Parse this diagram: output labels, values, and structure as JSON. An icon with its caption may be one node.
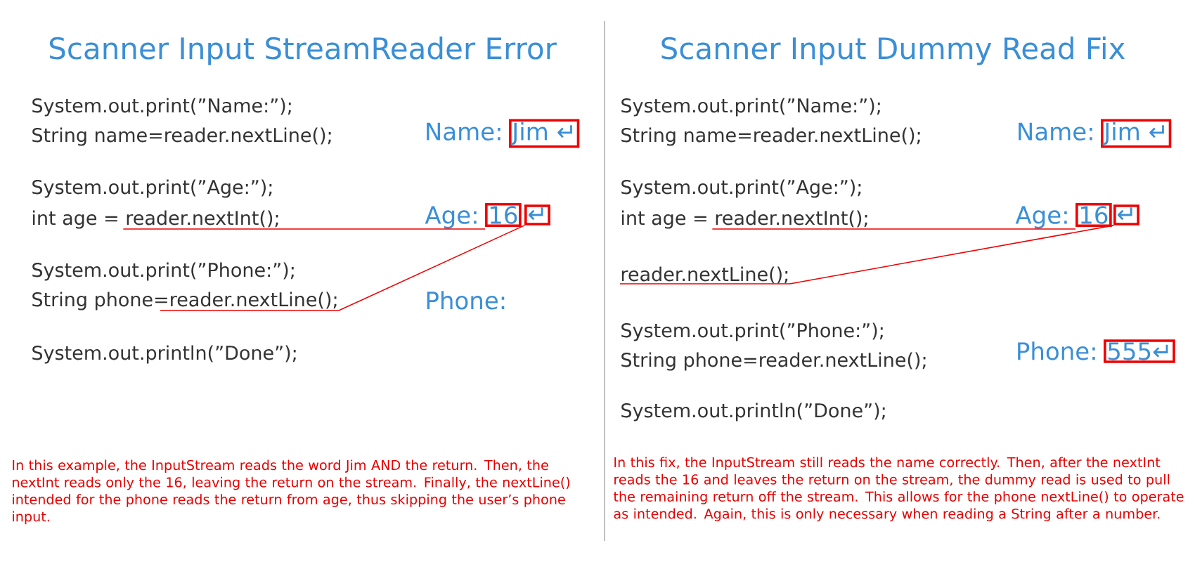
{
  "diagram": {
    "nodes": [
      {
        "text": [
          "int age = reader.nextInt();"
        ]
      },
      {
        "text": [
          "String phone=reader.nextLine();"
        ]
      },
      {
        "text": [
          "Jim ↵"
        ],
        "beside": [
          "Name:"
        ]
      },
      {
        "text": [
          "16"
        ],
        "beside": [
          "Age:"
        ]
      },
      {
        "text": [
          "↵"
        ]
      },
      {
        "text": [
          "int age = reader.nextInt();"
        ]
      },
      {
        "text": [
          "reader.nextLine();"
        ]
      },
      {
        "text": [
          "Jim ↵"
        ],
        "beside": [
          "Name:"
        ]
      },
      {
        "text": [
          "16"
        ],
        "beside": [
          "Age:"
        ]
      },
      {
        "text": [
          "↵"
        ]
      },
      {
        "text": [
          "555↵"
        ],
        "beside": [
          "Phone:"
        ]
      }
    ],
    "edges": [
      {
        "from": 0,
        "to": 3,
        "arrow": "none"
      },
      {
        "from": 4,
        "to": 1,
        "arrow": "none"
      },
      {
        "from": 5,
        "to": 8,
        "arrow": "none"
      },
      {
        "from": 9,
        "to": 6,
        "arrow": "none"
      }
    ],
    "labels": [
      "Scanner Input StreamReader Error",
      "Scanner Input Dummy Read Fix",
      "System.out.print(”Name:”);",
      "String name=reader.nextLine();",
      "System.out.print(”Age:”);",
      "System.out.print(”Phone:”);",
      "System.out.println(”Done”);",
      "Phone:",
      "In this example, the InputStream reads the word Jim AND the return.  Then, the nextInt reads only the 16, leaving the return on the stream.  Finally, the nextLine() intended for the phone reads the return from age, thus skipping the user’s phone input.",
      "System.out.print(”Name:”);",
      "String name=reader.nextLine();",
      "System.out.print(”Age:”);",
      "System.out.print(”Phone:”);",
      "String phone=reader.nextLine();",
      "System.out.println(”Done”);",
      "In this fix, the InputStream still reads the name correctly.  Then, after the nextInt reads the 16 and leaves the return on the stream, the dummy read is used to pull the remaining return off the stream.  This allows for the phone nextLine() to operate as intended.  Again, this is only necessary when reading a String after a number."
    ]
  }
}
